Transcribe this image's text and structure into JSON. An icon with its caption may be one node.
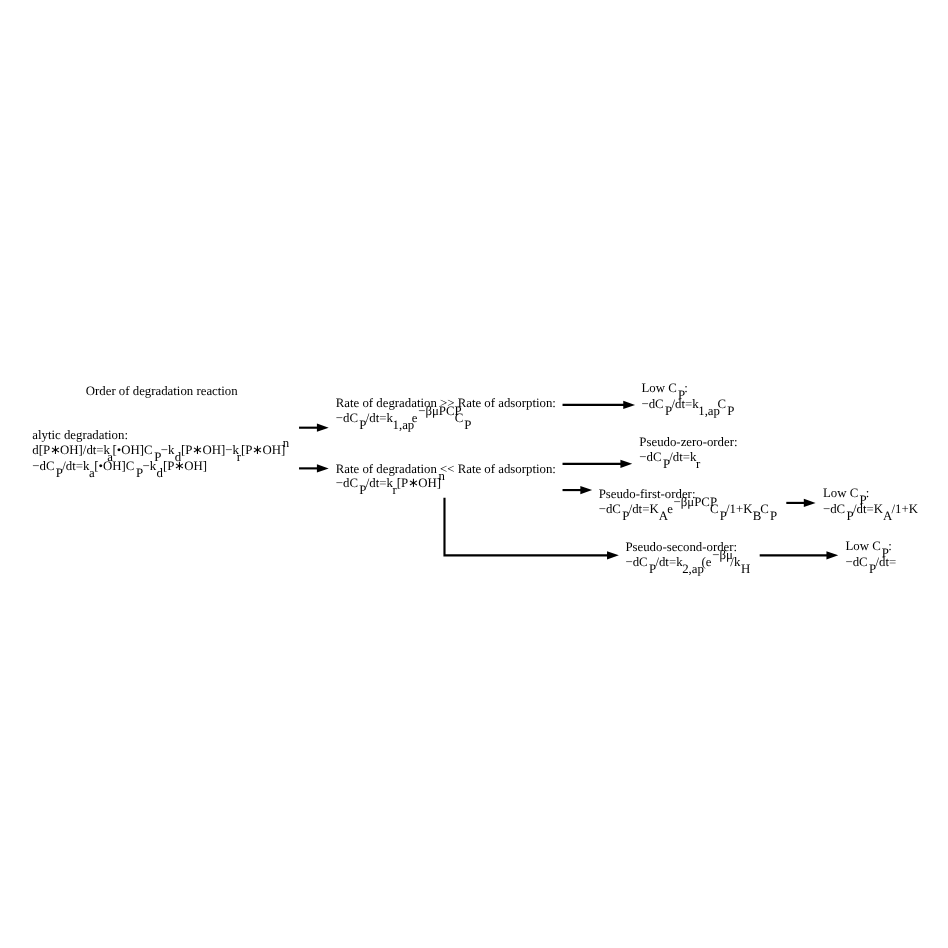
{
  "diagram": {
    "nodes": [
      {
        "text": [
          "alytic degradation:",
          "d[P∗OH]/dt=k$_{a}$[•OH]C$_{P}$−k$_{d}$[P∗OH]−k$_{r}$[P∗OH]$^{n}$",
          "−dC$_{P}$/dt=k$_{a}$[•OH]C$_{P}$−k$_{d}$[P∗OH]"
        ]
      },
      {
        "text": [
          "Rate of degradation >> Rate of adsorption:",
          "−dC$_{P}$/dt=k$_{1,ap}$e$^{−βμPCP}$C$_{P}$"
        ]
      },
      {
        "text": [
          "Low C$_{P}$:",
          "−dC$_{P}$/dt=k$_{1,ap}$C$_{P}$"
        ]
      },
      {
        "text": [
          "Rate of degradation << Rate of adsorption:",
          "−dC$_{P}$/dt=k$_{r}$[P∗OH]$^{n}$"
        ]
      },
      {
        "text": [
          "Pseudo-zero-order:",
          "−dC$_{P}$/dt=k$_{r}$"
        ]
      },
      {
        "text": [
          "Pseudo-first-order:",
          "−dC$_{P}$/dt=K$_{A}$e$^{−βμPCP}$C$_{P}$/1+K$_{B}$C$_{P}$"
        ]
      },
      {
        "text": [
          "Low C$_{P}$:",
          "−dC$_{P}$/dt=K$_{A}$/1+K"
        ]
      },
      {
        "text": [
          "Pseudo-second-order:",
          "−dC$_{P}$/dt=k$_{2,ap}$(e$^{−βμ}$/k$_{H}$"
        ]
      },
      {
        "text": [
          "Low C$_{P}$:",
          "−dC$_{P}$/dt="
        ]
      }
    ],
    "edges": [
      {
        "from": 0,
        "to": 1,
        "arrow": "to"
      },
      {
        "from": 1,
        "to": 2,
        "arrow": "to"
      },
      {
        "from": 0,
        "to": 3,
        "arrow": "to"
      },
      {
        "from": 3,
        "to": 4,
        "arrow": "to"
      },
      {
        "from": 3,
        "to": 5,
        "arrow": "to"
      },
      {
        "from": 5,
        "to": 6,
        "arrow": "to"
      },
      {
        "from": 3,
        "to": 7,
        "arrow": "to"
      },
      {
        "from": 7,
        "to": 8,
        "arrow": "to"
      }
    ],
    "labels": [
      "Order of degradation reaction"
    ]
  }
}
